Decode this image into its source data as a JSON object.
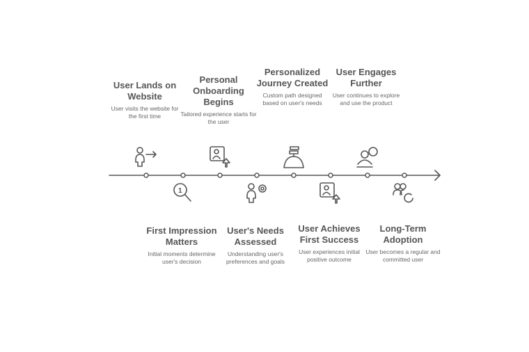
{
  "timeline": {
    "steps": [
      {
        "title": "User Lands on Website",
        "desc": "User visits the website for the first time",
        "icon": "user-arrow-icon",
        "position": "above"
      },
      {
        "title": "First Impression Matters",
        "desc": "Initial moments determine user's decision",
        "icon": "search-one-icon",
        "position": "below"
      },
      {
        "title": "Personal Onboarding Begins",
        "desc": "Tailored experience starts for the user",
        "icon": "profile-upload-icon",
        "position": "above"
      },
      {
        "title": "User's Needs Assessed",
        "desc": "Understanding user's preferences and goals",
        "icon": "user-gear-icon",
        "position": "below"
      },
      {
        "title": "Personalized Journey Created",
        "desc": "Custom path designed based on user's needs",
        "icon": "signpost-globe-icon",
        "position": "above"
      },
      {
        "title": "User Achieves First Success",
        "desc": "User experiences initial positive outcome",
        "icon": "profile-upload-icon",
        "position": "below"
      },
      {
        "title": "User Engages Further",
        "desc": "User continues to explore and use the product",
        "icon": "user-chart-icon",
        "position": "above"
      },
      {
        "title": "Long-Term Adoption",
        "desc": "User becomes a regular and committed user",
        "icon": "users-refresh-icon",
        "position": "below"
      }
    ]
  },
  "colors": {
    "line": "#555555",
    "text": "#555555"
  }
}
